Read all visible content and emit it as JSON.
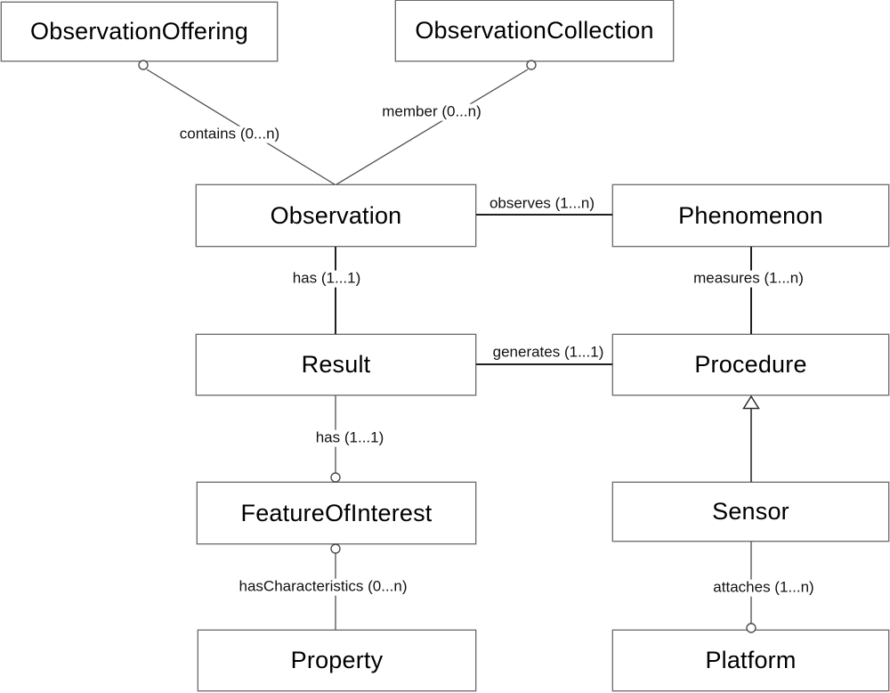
{
  "diagram": {
    "type": "uml-class-diagram",
    "colors": {
      "background": "#ffffff",
      "box_border": "#6e6e6e",
      "thin_line": "#4d4d4d",
      "thick_line": "#1f1f1f",
      "text": "#000000"
    },
    "nodes": {
      "observation_offering": "ObservationOffering",
      "observation_collection": "ObservationCollection",
      "observation": "Observation",
      "phenomenon": "Phenomenon",
      "result": "Result",
      "procedure": "Procedure",
      "feature_of_interest": "FeatureOfInterest",
      "sensor": "Sensor",
      "property": "Property",
      "platform": "Platform"
    },
    "edges": {
      "contains": {
        "label": "contains (0...n)",
        "from": "ObservationOffering",
        "to": "Observation",
        "end": "hollow-circle"
      },
      "member": {
        "label": "member (0...n)",
        "from": "ObservationCollection",
        "to": "Observation",
        "end": "hollow-circle"
      },
      "observes": {
        "label": "observes (1...n)",
        "from": "Observation",
        "to": "Phenomenon",
        "end": "plain"
      },
      "has_result": {
        "label": "has (1...1)",
        "from": "Observation",
        "to": "Result",
        "end": "plain"
      },
      "measures": {
        "label": "measures (1...n)",
        "from": "Phenomenon",
        "to": "Procedure",
        "end": "plain"
      },
      "generates": {
        "label": "generates (1...1)",
        "from": "Result",
        "to": "Procedure",
        "end": "plain"
      },
      "has_foi": {
        "label": "has (1...1)",
        "from": "Result",
        "to": "FeatureOfInterest",
        "end": "hollow-circle"
      },
      "generalization": {
        "label": "",
        "from": "Sensor",
        "to": "Procedure",
        "end": "hollow-triangle"
      },
      "has_characteristics": {
        "label": "hasCharacteristics (0...n)",
        "from": "FeatureOfInterest",
        "to": "Property",
        "end": "hollow-circle"
      },
      "attaches": {
        "label": "attaches (1...n)",
        "from": "Sensor",
        "to": "Platform",
        "end": "hollow-circle"
      }
    }
  }
}
